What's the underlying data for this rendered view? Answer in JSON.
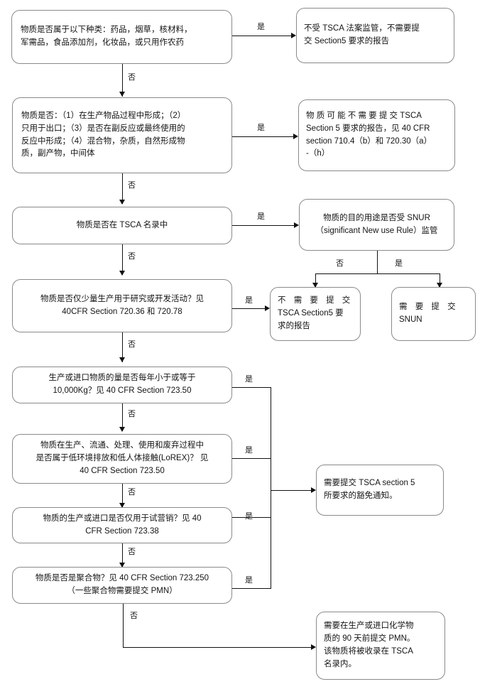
{
  "diagram": {
    "title": "TSCA Section 5 reporting decision flowchart",
    "edge_labels": {
      "yes": "是",
      "no": "否"
    },
    "colors": {
      "box_border": "#8a8a8a",
      "line": "#111111",
      "background": "#ffffff"
    }
  },
  "nodes": {
    "q1": {
      "lines": [
        "物质是否属于以下种类：药品，烟草，核材料，",
        "军需品，食品添加剂，化妆品，或只用作农药"
      ]
    },
    "r1": {
      "lines": [
        "不受 TSCA 法案监管，不需要提",
        "交 Section5 要求的报告"
      ]
    },
    "q2": {
      "lines": [
        "物质是否：（1）在生产物品过程中形成；（2）",
        "只用于出口；（3）是否在副反应或最终使用的",
        "反应中形成；（4）混合物，杂质，自然形成物",
        "质，副产物，中间体"
      ]
    },
    "r2": {
      "lines": [
        "物 质 可 能 不 需 要 提 交  TSCA",
        "Section 5 要求的报告，见 40 CFR",
        "section 710.4（b）和 720.30（a）",
        "-（h）"
      ]
    },
    "q3": {
      "lines": [
        "物质是否在 TSCA 名录中"
      ]
    },
    "q3r": {
      "lines": [
        "物质的目的用途是否受  SNUR",
        "（significant New use Rule）监管"
      ]
    },
    "r3a": {
      "lines": [
        "不 需 要 提 交",
        "TSCA Section5 要",
        "求的报告"
      ]
    },
    "r3b": {
      "lines": [
        "需 要 提 交",
        "SNUN"
      ]
    },
    "q4": {
      "lines": [
        "物质是否仅少量生产用于研究或开发活动？见",
        "40CFR Section 720.36 和  720.78"
      ]
    },
    "q5": {
      "lines": [
        "生产或进口物质的量是否每年小于或等于",
        "10,000Kg？见 40 CFR Section 723.50"
      ]
    },
    "q6": {
      "lines": [
        "物质在生产、流通、处理、使用和废弃过程中",
        "是否属于低环境排放和低人体接触(LoREX)？ 见",
        "40 CFR Section 723.50"
      ]
    },
    "q7": {
      "lines": [
        "物质的生产或进口是否仅用于试营销？见 40",
        "CFR Section 723.38"
      ]
    },
    "q8": {
      "lines": [
        "物质是否是聚合物？见 40 CFR Section 723.250",
        "（一些聚合物需要提交 PMN）"
      ]
    },
    "r_exempt": {
      "lines": [
        "需要提交 TSCA  section  5",
        "所要求的豁免通知。"
      ]
    },
    "r_pmn": {
      "lines": [
        "需要在生产或进口化学物",
        "质的 90 天前提交 PMN。",
        "该物质将被收录在 TSCA",
        "名录内。"
      ]
    }
  },
  "edges": [
    {
      "id": "e1-yes",
      "label": "是"
    },
    {
      "id": "e1-no",
      "label": "否"
    },
    {
      "id": "e2-yes",
      "label": "是"
    },
    {
      "id": "e2-no",
      "label": "否"
    },
    {
      "id": "e3-yes",
      "label": "是"
    },
    {
      "id": "e3-no",
      "label": "否"
    },
    {
      "id": "e3r-no",
      "label": "否"
    },
    {
      "id": "e3r-yes",
      "label": "是"
    },
    {
      "id": "e4-yes",
      "label": "是"
    },
    {
      "id": "e4-no",
      "label": "否"
    },
    {
      "id": "e5-yes",
      "label": "是"
    },
    {
      "id": "e5-no",
      "label": "否"
    },
    {
      "id": "e6-yes",
      "label": "是"
    },
    {
      "id": "e6-no",
      "label": "否"
    },
    {
      "id": "e7-yes",
      "label": "是"
    },
    {
      "id": "e7-no",
      "label": "否"
    },
    {
      "id": "e8-yes",
      "label": "是"
    },
    {
      "id": "e8-no",
      "label": "否"
    }
  ]
}
